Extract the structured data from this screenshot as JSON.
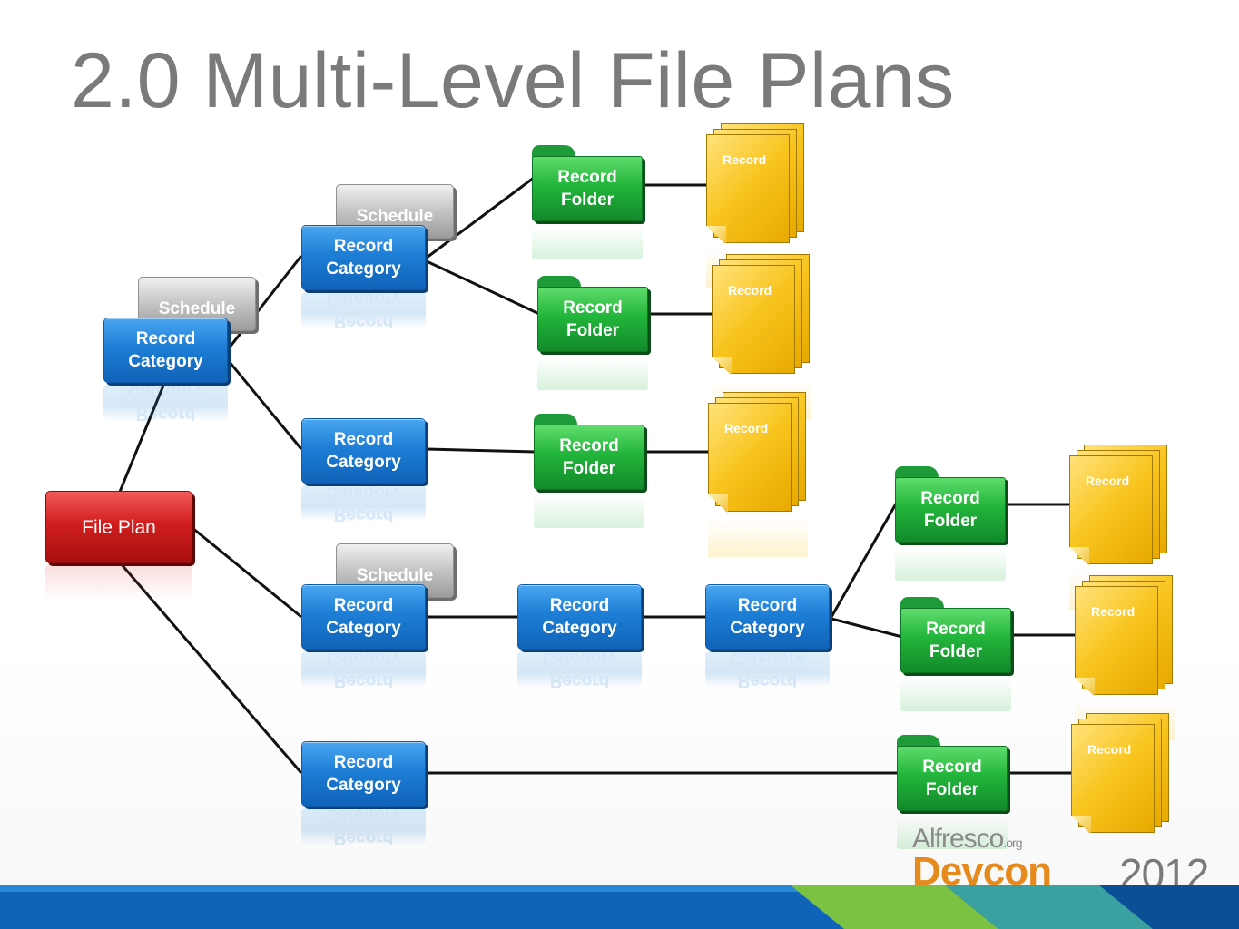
{
  "title": "2.0 Multi-Level File Plans",
  "labels": {
    "file_plan": "File Plan",
    "record_category": "Record\nCategory",
    "record_folder": "Record\nFolder",
    "schedule": "Schedule",
    "record": "Record"
  },
  "logo": {
    "brand": "Alfresco",
    "brand_suffix": ".org",
    "event": "Devcon",
    "year": "2012"
  },
  "colors": {
    "file_plan": "#d11e1e",
    "record_category": "#1e7ed6",
    "record_folder": "#22b53b",
    "schedule": "#b4b4b4",
    "record": "#f8c41c",
    "footer_blue": "#0f63b8",
    "footer_green": "#7cc242",
    "logo_orange": "#e78a1e"
  }
}
